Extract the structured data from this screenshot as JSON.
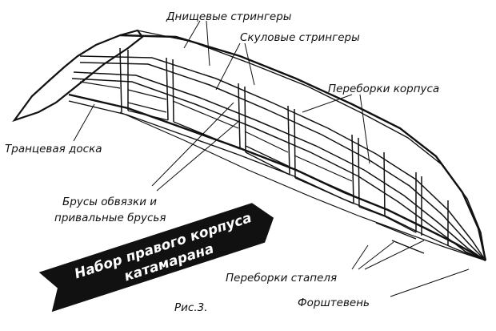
{
  "labels": {
    "bottom_stringers": "Днищевые стрингеры",
    "chine_stringers": "Скуловые стрингеры",
    "hull_bulkheads": "Переборки корпуса",
    "transom_board": "Транцевая доска",
    "gunwale_bars_line1": "Брусы обвязки и",
    "gunwale_bars_line2": "привальные брусья",
    "slipway_bulkheads": "Переборки стапеля",
    "stem": "Форштевень",
    "figure_number": "Рис.3."
  },
  "banner": {
    "line1": "Набор правого корпуса",
    "line2": "катамарана"
  },
  "colors": {
    "ink": "#111111",
    "paper": "#ffffff"
  }
}
